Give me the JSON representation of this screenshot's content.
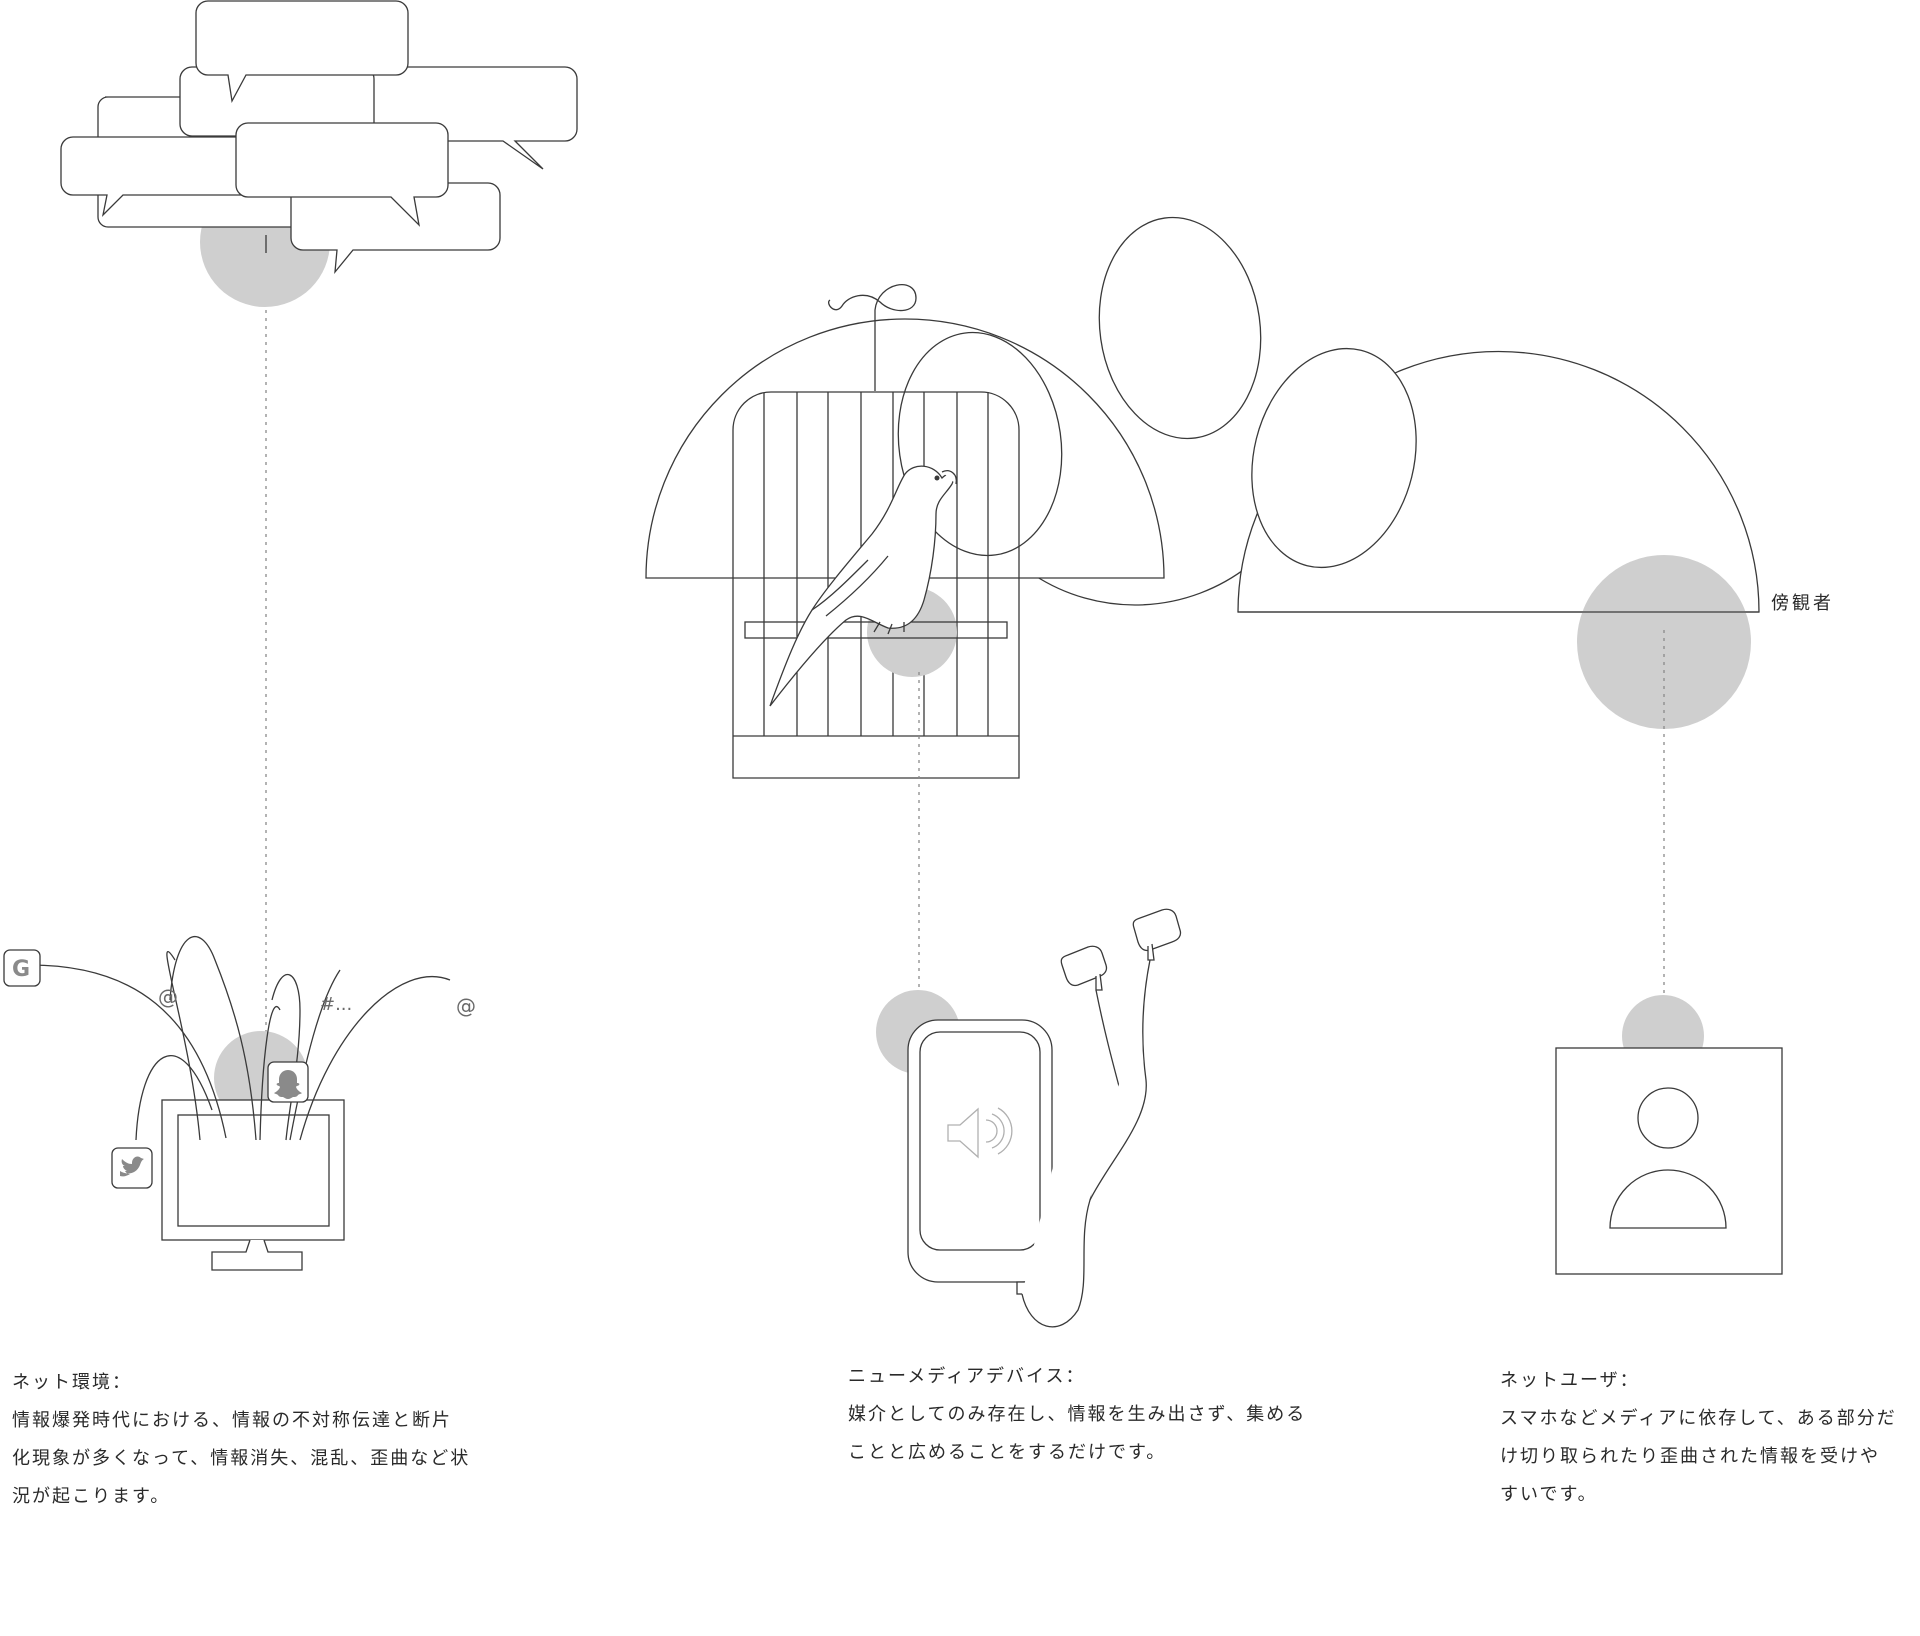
{
  "labels": {
    "bystander": "傍観者",
    "at1": "@",
    "at2": "@",
    "hashtag": "#...",
    "google_letter": "G"
  },
  "icons": [
    "speech-bubble-icon",
    "birdcage-icon",
    "parrot-icon",
    "google-icon",
    "twitter-icon",
    "snapchat-icon",
    "monitor-icon",
    "smartphone-icon",
    "speaker-icon",
    "earphones-icon",
    "user-avatar-icon"
  ],
  "colors": {
    "line": "#3a3a3a",
    "accent_circle": "#cfcfcf",
    "connector": "#8a8a8a"
  },
  "captions": [
    {
      "title": "ネット環境：",
      "lines": [
        "情報爆発時代における、情報の不対称伝達と断片",
        "化現象が多くなって、情報消失、混乱、歪曲など状",
        "況が起こります。"
      ]
    },
    {
      "title": "ニューメディアデバイス：",
      "lines": [
        "媒介としてのみ存在し、情報を生み出さず、集める",
        "ことと広めることをするだけです。"
      ]
    },
    {
      "title": "ネットユーザ：",
      "lines": [
        "スマホなどメディアに依存して、ある部分だ",
        "け切り取られたり歪曲された情報を受けや",
        "すいです。"
      ]
    }
  ]
}
